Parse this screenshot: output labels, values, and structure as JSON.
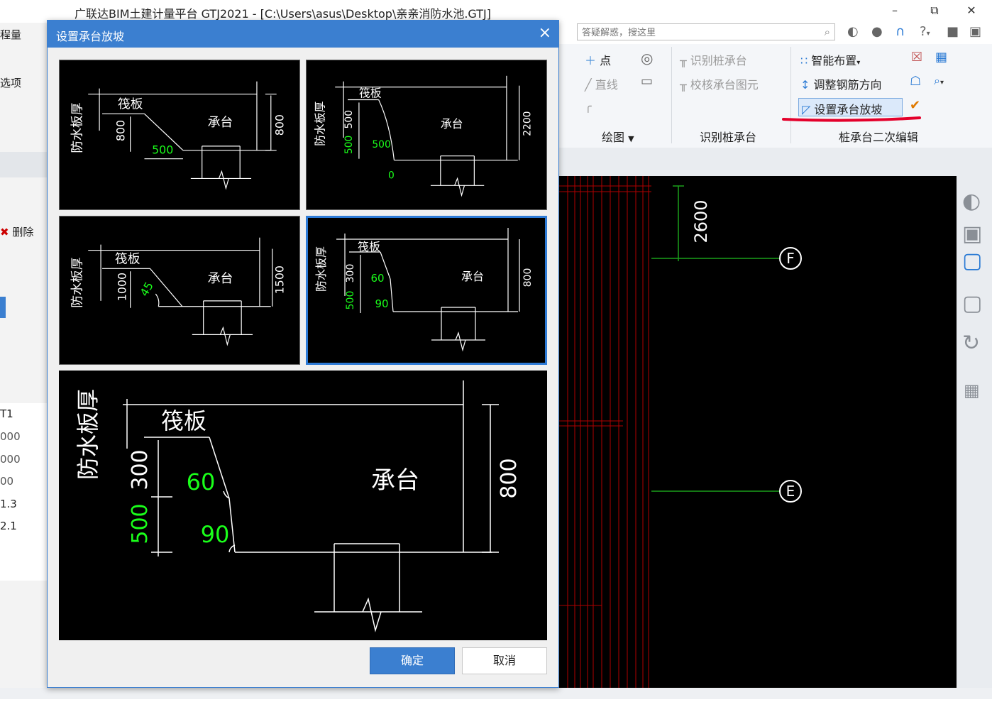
{
  "window": {
    "title": "广联达BIM土建计量平台 GTJ2021 - [C:\\Users\\asus\\Desktop\\亲亲消防水池.GTJ]",
    "minimize": "–",
    "restore": "⧉",
    "close": "✕"
  },
  "search": {
    "placeholder": "答疑解惑，搜这里"
  },
  "top_icons": [
    "user-icon",
    "chat-icon",
    "headset-icon",
    "help-icon",
    "shirt-icon",
    "window-icon"
  ],
  "help_label": "?",
  "ribbon": {
    "draw": {
      "point": "点",
      "line": "直线",
      "group": "绘图"
    },
    "recognize": {
      "identify": "识别桩承台",
      "check": "校核承台图元",
      "group": "识别桩承台"
    },
    "edit": {
      "smart": "智能布置",
      "adjust": "调整钢筋方向",
      "slope": "设置承台放坡",
      "group": "桩承台二次编辑"
    }
  },
  "left_panel": {
    "menu_top": "程量",
    "item2": "选项",
    "delete": "删除",
    "rows": [
      "T1",
      "000",
      "000",
      "00",
      "1.3",
      "2.1"
    ]
  },
  "cad": {
    "dim": "2600",
    "axis_f": "F",
    "axis_e": "E"
  },
  "dialog": {
    "title": "设置承台放坡",
    "close": "×",
    "ok": "确定",
    "cancel": "取消",
    "labels": {
      "waterproof": "防水板厚",
      "raft": "筏板",
      "cap": "承台"
    },
    "options": [
      {
        "left": "800",
        "bottom": "500",
        "right": "800"
      },
      {
        "left_top": "500",
        "left_bottom": "500",
        "mid": "500",
        "zero": "0",
        "right": "2200"
      },
      {
        "left": "1000",
        "angle": "45",
        "right": "1500"
      },
      {
        "left_top": "300",
        "left_bottom": "500",
        "angle1": "60",
        "angle2": "90",
        "right": "800"
      }
    ],
    "selected_index": 3,
    "preview": {
      "left_top": "300",
      "left_bottom": "500",
      "angle1": "60",
      "angle2": "90",
      "right": "800"
    }
  },
  "colors": {
    "accent": "#3b7fd0",
    "cad_green": "#1aff1a",
    "cad_red": "#d40000"
  }
}
